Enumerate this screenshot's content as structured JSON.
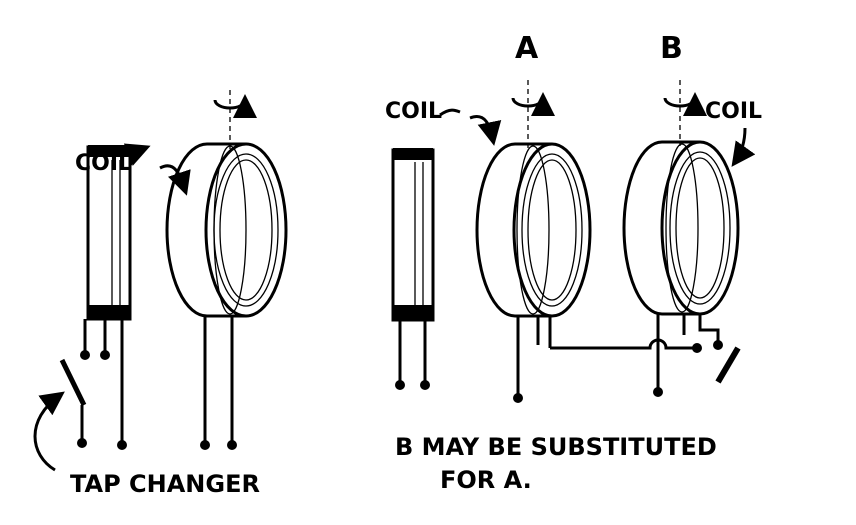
{
  "labels": {
    "coil_left": "COIL",
    "coil_right_a": "COIL",
    "coil_right_b": "COIL",
    "a": "A",
    "b": "B",
    "tap_changer": "TAP CHANGER",
    "note_line1": "B MAY BE SUBSTITUTED",
    "note_line2": "FOR A."
  },
  "colors": {
    "ink": "#000000",
    "background": "#ffffff"
  }
}
